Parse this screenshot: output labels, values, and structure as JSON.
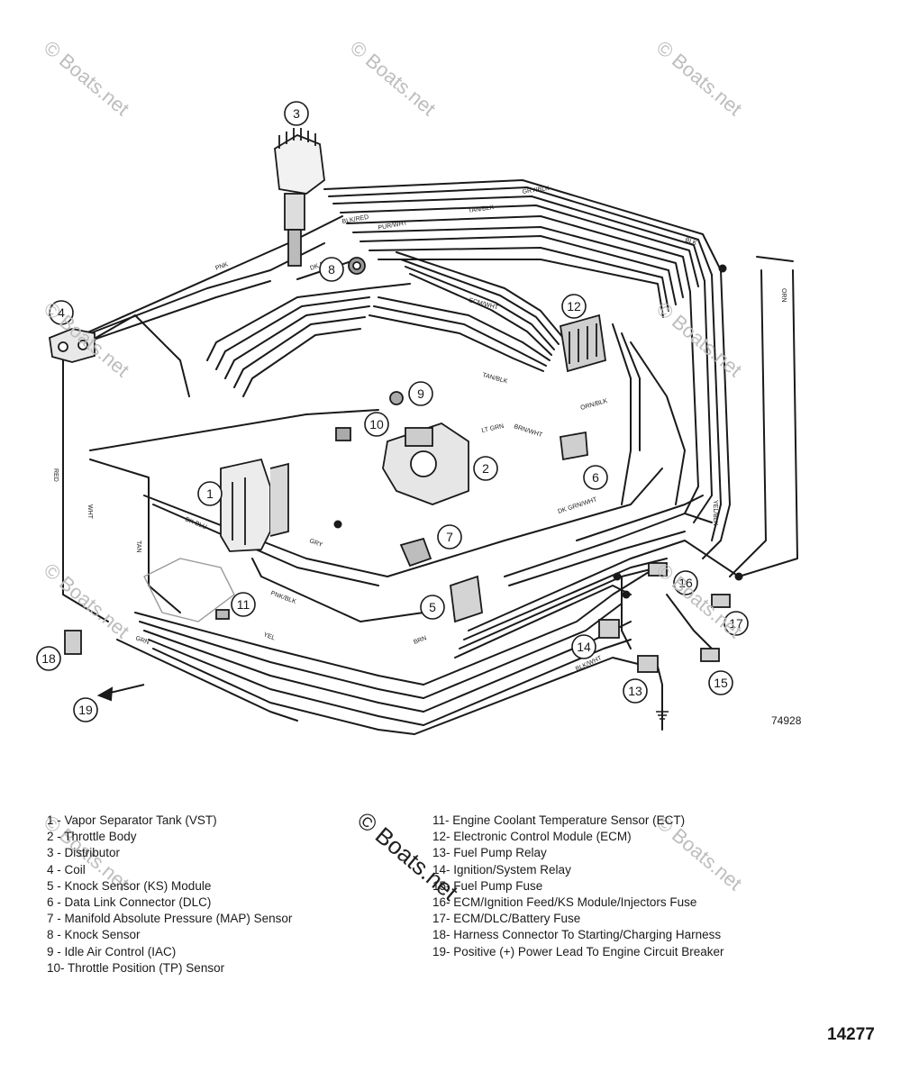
{
  "watermark": "© Boats.net",
  "figure_number": "74928",
  "page_number": "14277",
  "callouts": [
    "1",
    "2",
    "3",
    "4",
    "5",
    "6",
    "7",
    "8",
    "9",
    "10",
    "11",
    "12",
    "13",
    "14",
    "15",
    "16",
    "17",
    "18",
    "19"
  ],
  "legend_left": [
    "1 - Vapor Separator Tank (VST)",
    "2 - Throttle Body",
    "3 - Distributor",
    "4 - Coil",
    "5 - Knock Sensor (KS) Module",
    "6 - Data Link Connector (DLC)",
    "7 - Manifold Absolute Pressure (MAP) Sensor",
    "8 - Knock Sensor",
    "9 - Idle Air Control (IAC)",
    "10- Throttle Position (TP) Sensor"
  ],
  "legend_right": [
    "11- Engine Coolant Temperature Sensor (ECT)",
    "12- Electronic Control Module (ECM)",
    "13- Fuel Pump Relay",
    "14- Ignition/System Relay",
    "15- Fuel Pump Fuse",
    "16- ECM/Ignition Feed/KS Module/Injectors Fuse",
    "17- ECM/DLC/Battery Fuse",
    "18- Harness Connector To Starting/Charging Harness",
    "19- Positive (+) Power Lead To Engine Circuit Breaker"
  ],
  "wire_labels": {
    "gry_blk": "GRY/BLK",
    "tan_blk": "TAN/BLK",
    "blk_red": "BLK/RED",
    "pur_wht": "PUR/WHT",
    "pnk": "PNK",
    "dk_blu": "DK BLU",
    "blk": "BLK",
    "lt_grn": "LT GRN",
    "ecm_wht": "ECM/WHT",
    "tan_blk_2": "TAN/BLK",
    "red": "RED",
    "wht": "WHT",
    "tan": "TAN",
    "dk_blu_2": "DK BLU",
    "grn": "GRN",
    "brn": "BRN",
    "pnk_blk": "PNK/BLK",
    "yel": "YEL",
    "orn": "ORN",
    "gry": "GRY",
    "dk_grn_wht": "DK GRN/WHT",
    "brn_wht": "BRN/WHT",
    "orn_blk": "ORN/BLK",
    "blk_wht": "BLK/WHT",
    "yel_blk": "YEL/BLK"
  }
}
